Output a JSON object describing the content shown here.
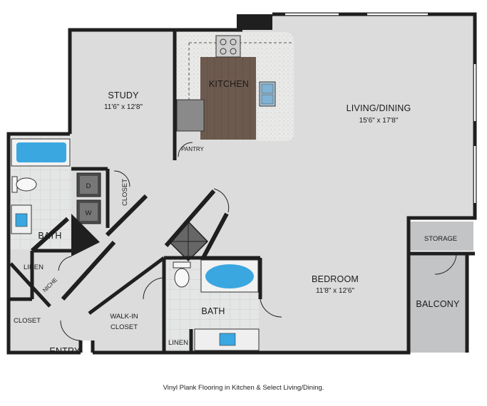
{
  "rooms": {
    "study": {
      "name": "STUDY",
      "dims": "11'6\" x 12'8\""
    },
    "kitchen": {
      "name": "KITCHEN"
    },
    "pantry": {
      "name": "PANTRY"
    },
    "living_dining": {
      "name": "LIVING/DINING",
      "dims": "15'6\" x 17'8\""
    },
    "closet_study": {
      "name": "CLOSET"
    },
    "bath_left": {
      "name": "BATH"
    },
    "linen_left": {
      "name": "LINEN"
    },
    "niche": {
      "name": "NICHE"
    },
    "closet_entry": {
      "name": "CLOSET"
    },
    "entry": {
      "name": "ENTRY"
    },
    "walk_in_closet": {
      "name_line1": "WALK-IN",
      "name_line2": "CLOSET"
    },
    "bath_right": {
      "name": "BATH"
    },
    "linen_right": {
      "name": "LINEN"
    },
    "bedroom": {
      "name": "BEDROOM",
      "dims": "11'8\" x 12'6\""
    },
    "storage": {
      "name": "STORAGE"
    },
    "balcony": {
      "name": "BALCONY"
    }
  },
  "appliances": {
    "dryer": "D",
    "washer": "W"
  },
  "footnote": "Vinyl Plank Flooring in Kitchen & Select Living/Dining."
}
